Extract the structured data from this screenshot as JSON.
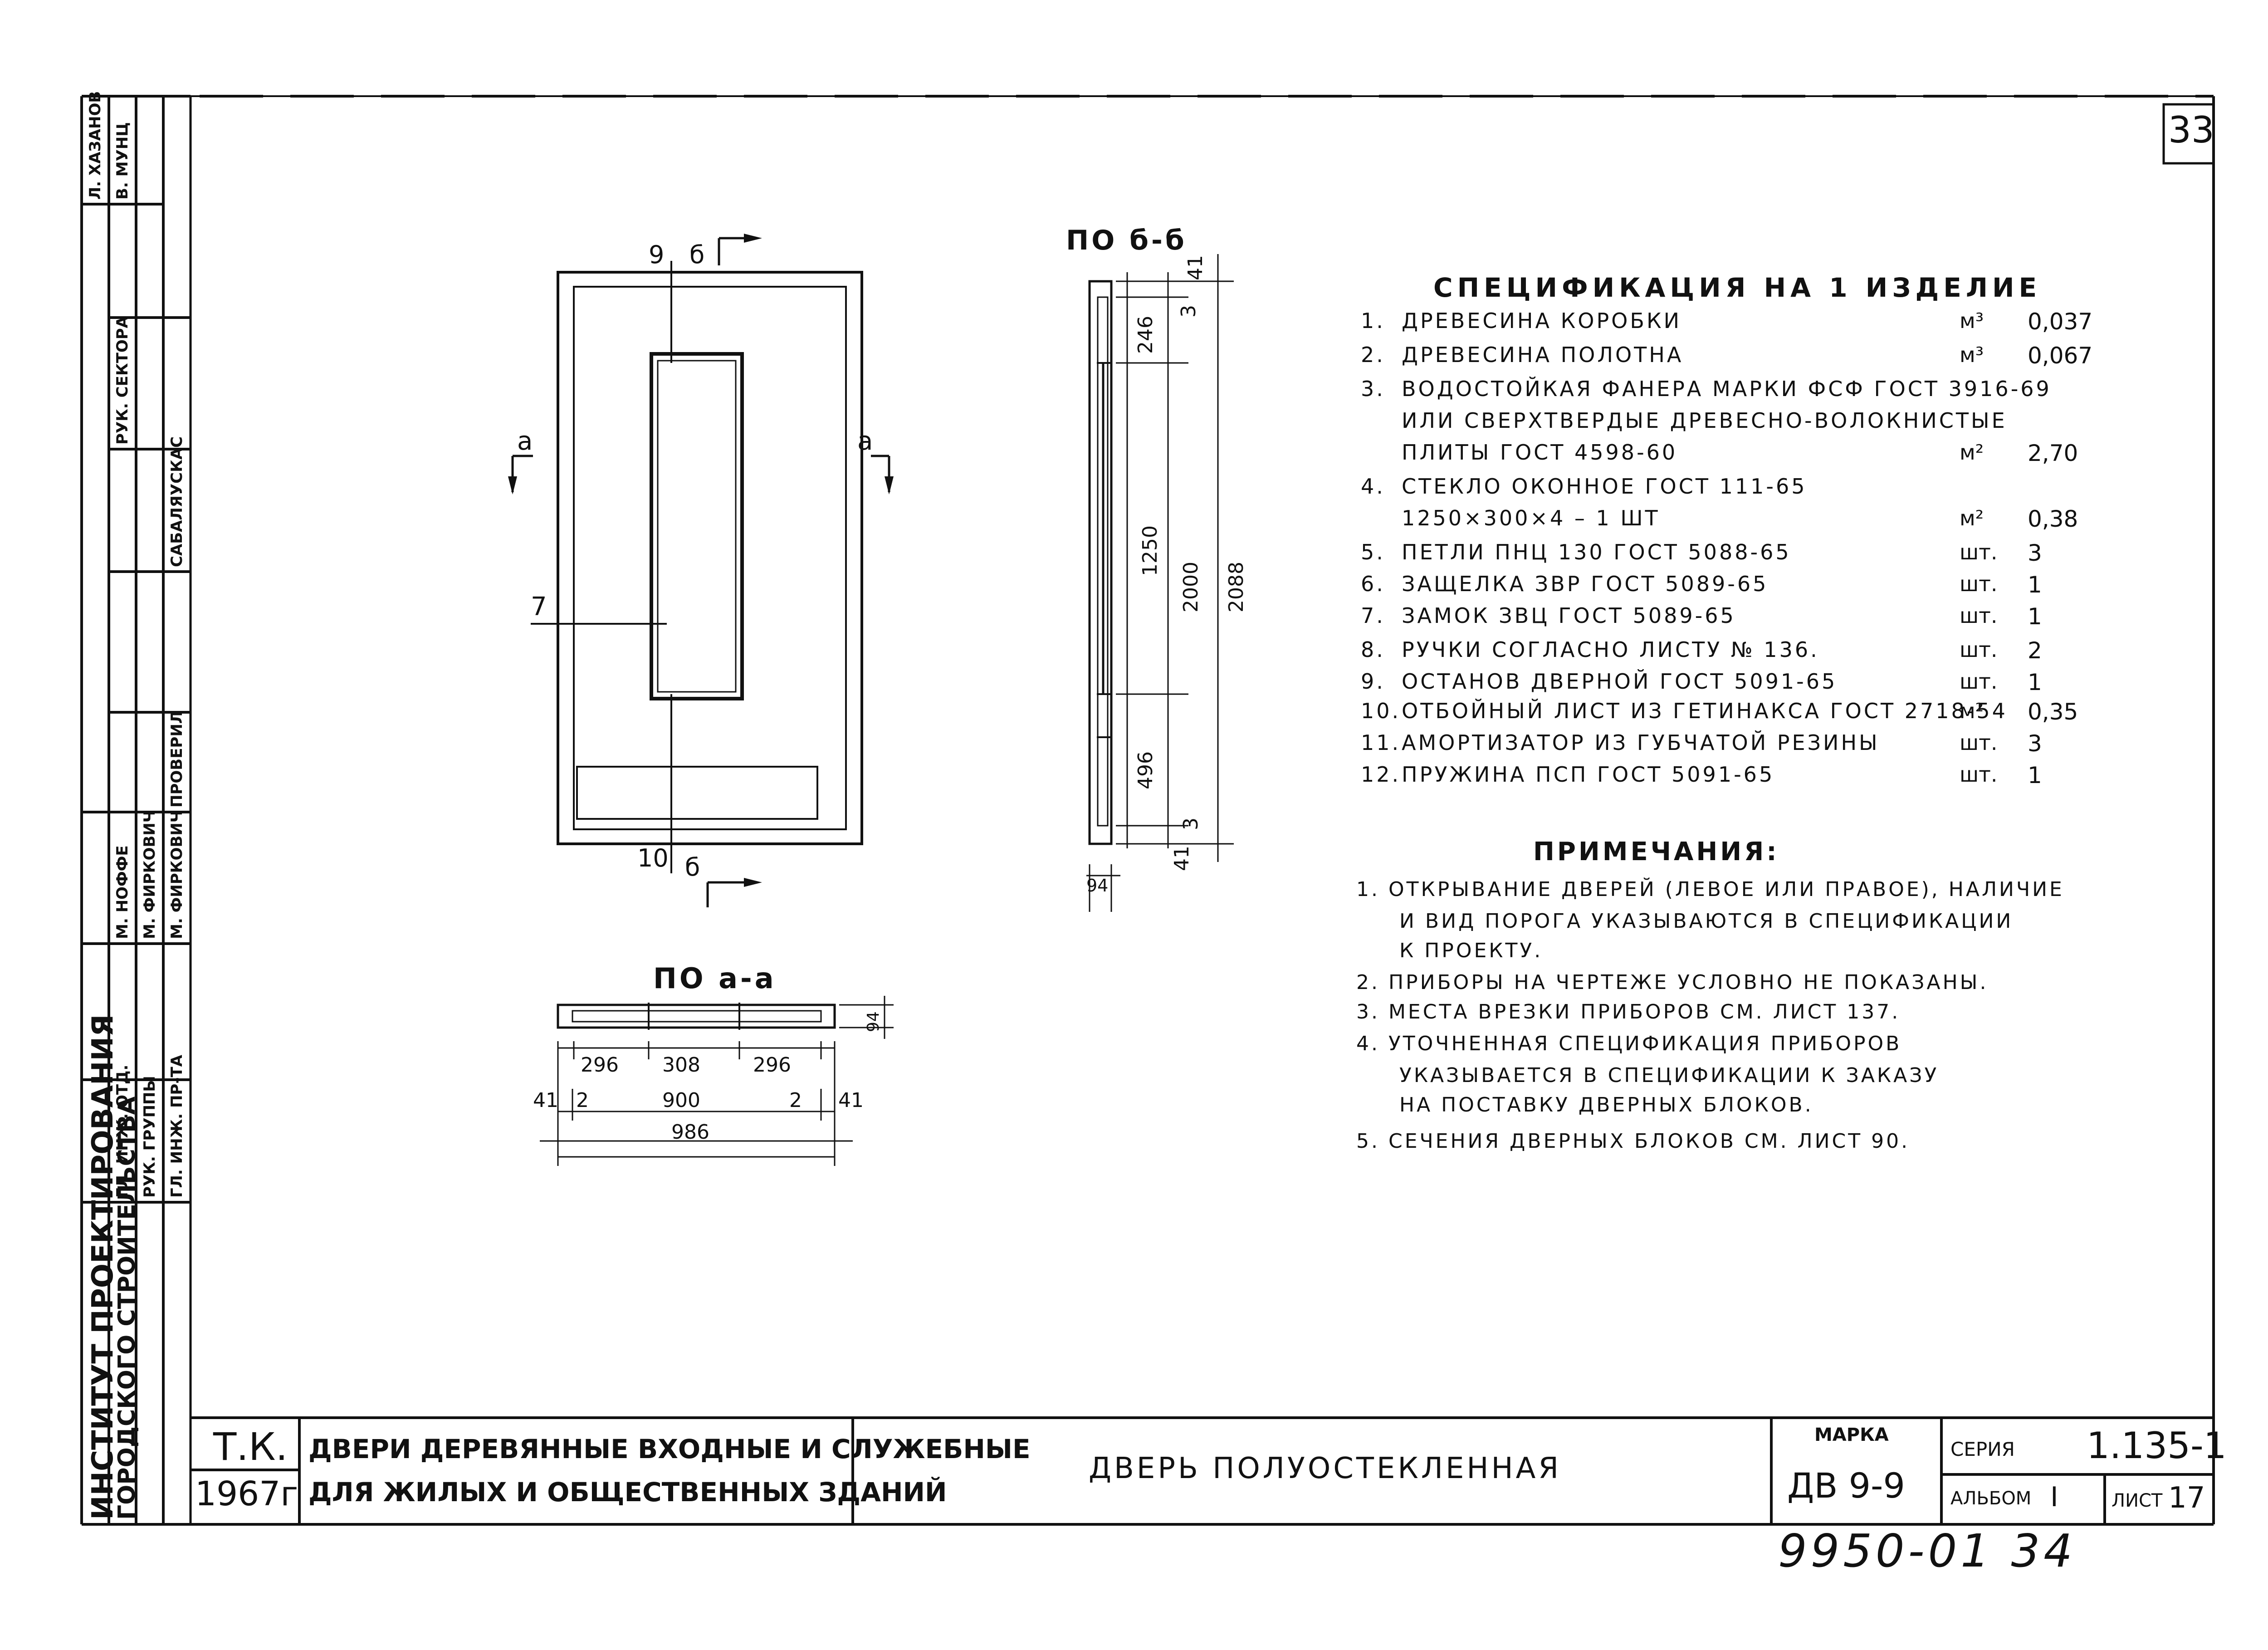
{
  "sheet_number_corner": "33",
  "spec": {
    "title": "СПЕЦИФИКАЦИЯ НА 1 ИЗДЕЛИЕ",
    "rows": [
      {
        "n": "1.",
        "text": "ДРЕВЕСИНА КОРОБКИ",
        "unit": "м³",
        "qty": "0,037"
      },
      {
        "n": "2.",
        "text": "ДРЕВЕСИНА ПОЛОТНА",
        "unit": "м³",
        "qty": "0,067"
      },
      {
        "n": "3.",
        "text": "ВОДОСТОЙКАЯ ФАНЕРА МАРКИ ФСФ ГОСТ 3916-69",
        "unit": "",
        "qty": ""
      },
      {
        "n": "",
        "text": "ИЛИ СВЕРХТВЕРДЫЕ ДРЕВЕСНО-ВОЛОКНИСТЫЕ",
        "unit": "",
        "qty": ""
      },
      {
        "n": "",
        "text": "ПЛИТЫ ГОСТ 4598-60",
        "unit": "м²",
        "qty": "2,70"
      },
      {
        "n": "4.",
        "text": "СТЕКЛО ОКОННОЕ ГОСТ 111-65",
        "unit": "",
        "qty": ""
      },
      {
        "n": "",
        "text": "1250×300×4 – 1 ШТ",
        "unit": "м²",
        "qty": "0,38"
      },
      {
        "n": "5.",
        "text": "ПЕТЛИ ПНЦ 130 ГОСТ 5088-65",
        "unit": "шт.",
        "qty": "3"
      },
      {
        "n": "6.",
        "text": "ЗАЩЕЛКА ЗВР ГОСТ 5089-65",
        "unit": "шт.",
        "qty": "1"
      },
      {
        "n": "7.",
        "text": "ЗАМОК ЗВЦ ГОСТ 5089-65",
        "unit": "шт.",
        "qty": "1"
      },
      {
        "n": "8.",
        "text": "РУЧКИ СОГЛАСНО ЛИСТУ № 136.",
        "unit": "шт.",
        "qty": "2"
      },
      {
        "n": "9.",
        "text": "ОСТАНОВ ДВЕРНОЙ ГОСТ 5091-65",
        "unit": "шт.",
        "qty": "1"
      },
      {
        "n": "10.",
        "text": "ОТБОЙНЫЙ ЛИСТ ИЗ ГЕТИНАКСА ГОСТ 2718-54",
        "unit": "м²",
        "qty": "0,35"
      },
      {
        "n": "11.",
        "text": "АМОРТИЗАТОР ИЗ ГУБЧАТОЙ РЕЗИНЫ",
        "unit": "шт.",
        "qty": "3"
      },
      {
        "n": "12.",
        "text": "ПРУЖИНА ПСП ГОСТ 5091-65",
        "unit": "шт.",
        "qty": "1"
      }
    ]
  },
  "notes": {
    "title": "ПРИМЕЧАНИЯ:",
    "lines": [
      "1. ОТКРЫВАНИЕ ДВЕРЕЙ (ЛЕВОЕ ИЛИ ПРАВОЕ), НАЛИЧИЕ",
      "И ВИД ПОРОГА УКАЗЫВАЮТСЯ В СПЕЦИФИКАЦИИ",
      "К ПРОЕКТУ.",
      "2. ПРИБОРЫ НА ЧЕРТЕЖЕ УСЛОВНО НЕ ПОКАЗАНЫ.",
      "3. МЕСТА ВРЕЗКИ ПРИБОРОВ СМ. ЛИСТ 137.",
      "4. УТОЧНЕННАЯ СПЕЦИФИКАЦИЯ ПРИБОРОВ",
      "УКАЗЫВАЕТСЯ В СПЕЦИФИКАЦИИ К ЗАКАЗУ",
      "НА ПОСТАВКУ ДВЕРНЫХ БЛОКОВ.",
      "5. СЕЧЕНИЯ ДВЕРНЫХ БЛОКОВ СМ. ЛИСТ 90."
    ]
  },
  "drawing": {
    "section_bb": "ПО б-б",
    "section_aa": "ПО а-а",
    "mark_a": "а",
    "mark_b": "б",
    "callout_9": "9",
    "callout_10": "10",
    "callout_7": "7",
    "dims_bb": [
      "41",
      "3",
      "246",
      "1250",
      "2000",
      "2088",
      "496",
      "3",
      "41",
      "94"
    ],
    "dims_aa": [
      "296",
      "308",
      "296",
      "41",
      "2",
      "900",
      "2",
      "41",
      "986",
      "94"
    ]
  },
  "side_stamp": {
    "people": [
      "Л. ХАЗАНОВ",
      "В. МУНЦ",
      "РУК. СЕКТОРА",
      "САБАЛЯУСКАС",
      "ПРОВЕРИЛ",
      "М. ФИРКОВИЧ",
      "М. ФИРКОВИЧ",
      "М. НОФФЕ",
      "ГЛ. ИНЖ. ОТД.",
      "РУК. ГРУППЫ",
      "ГЛ. ИНЖ. ПР-ТА"
    ],
    "institute": "ИНСТИТУТ ПРОЕКТИРОВАНИЯ",
    "institute2": "ГОРОДСКОГО СТРОИТЕЛЬСТВА"
  },
  "title_block": {
    "tk": "Т.К.",
    "year": "1967г",
    "project_line1": "ДВЕРИ ДЕРЕВЯННЫЕ ВХОДНЫЕ И СЛУЖЕБНЫЕ",
    "project_line2": "ДЛЯ ЖИЛЫХ И ОБЩЕСТВЕННЫХ ЗДАНИЙ",
    "sheet_title": "ДВЕРЬ ПОЛУОСТЕКЛЕННАЯ",
    "marka_label": "МАРКА",
    "marka_value": "ДВ 9-9",
    "seria_label": "СЕРИЯ",
    "seria_value": "1.135-1",
    "album_label": "АЛЬБОМ",
    "album_value": "I",
    "list_label": "ЛИСТ",
    "list_value": "17"
  },
  "archive_number": "9950-01 34"
}
